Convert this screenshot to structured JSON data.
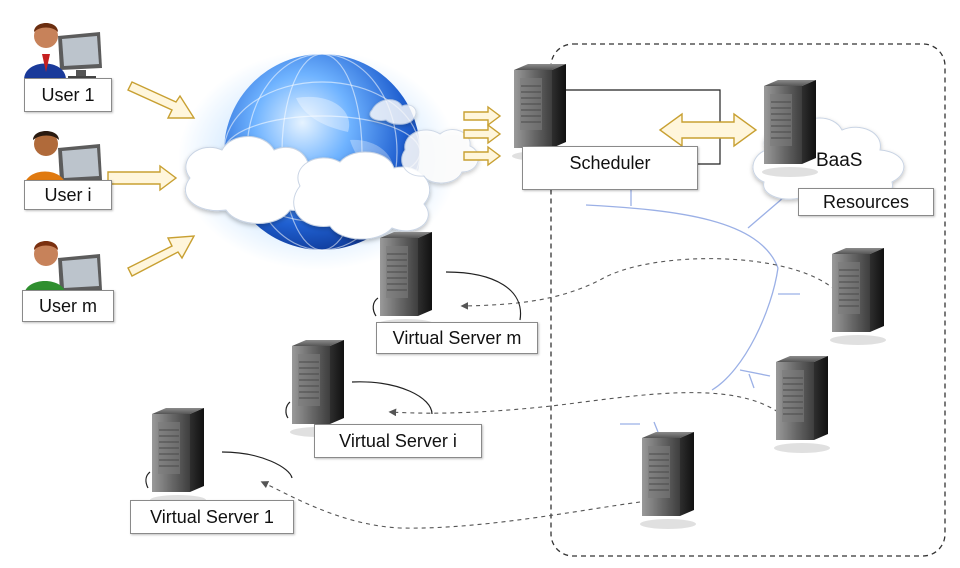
{
  "users": [
    {
      "label": "User 1",
      "color": "#1a3a9a"
    },
    {
      "label": "User i",
      "color": "#e07a10"
    },
    {
      "label": "User m",
      "color": "#2f8f2f"
    }
  ],
  "scheduler": {
    "label": "Scheduler"
  },
  "baas": {
    "label": "BaaS",
    "resources_label": "Resources"
  },
  "virtual_servers": [
    {
      "label": "Virtual Server m"
    },
    {
      "label": "Virtual Server i"
    },
    {
      "label": "Virtual Server 1"
    }
  ],
  "colors": {
    "arrow_fill": "#fff6dc",
    "arrow_stroke": "#c8a032",
    "tree_line": "#9bb0e6",
    "dashed_line": "#555555",
    "cluster_border": "#333333",
    "globe": "#2f7de0"
  }
}
